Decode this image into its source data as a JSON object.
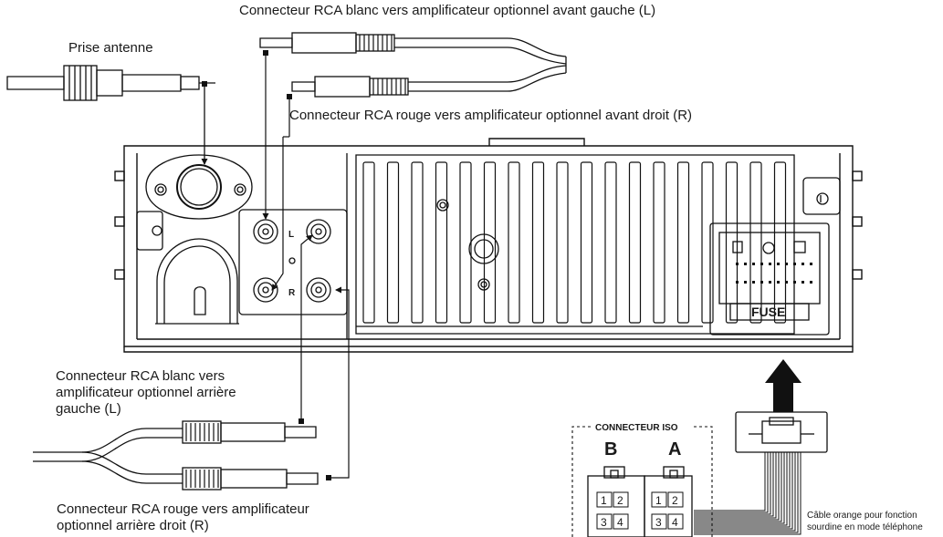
{
  "labels": {
    "rca_white_front": "Connecteur RCA blanc vers amplificateur optionnel avant gauche (L)",
    "rca_red_front": "Connecteur RCA rouge vers amplificateur optionnel avant droit (R)",
    "antenna": "Prise antenne",
    "rca_white_rear_line1": "Connecteur RCA blanc vers",
    "rca_white_rear_line2": "amplificateur optionnel arrière",
    "rca_white_rear_line3": "gauche (L)",
    "rca_red_rear_line1": "Connecteur RCA rouge vers amplificateur",
    "rca_red_rear_line2": "optionnel arrière droit (R)",
    "orange_cable_line1": "Câble orange pour fonction",
    "orange_cable_line2": "sourdine en mode téléphone"
  },
  "unit": {
    "left_marker": "L",
    "right_marker": "R",
    "fuse_label": "FUSE"
  },
  "iso": {
    "title": "CONNECTEUR ISO",
    "block_b": "B",
    "block_a": "A",
    "pins": [
      "1",
      "2",
      "3",
      "4"
    ]
  }
}
